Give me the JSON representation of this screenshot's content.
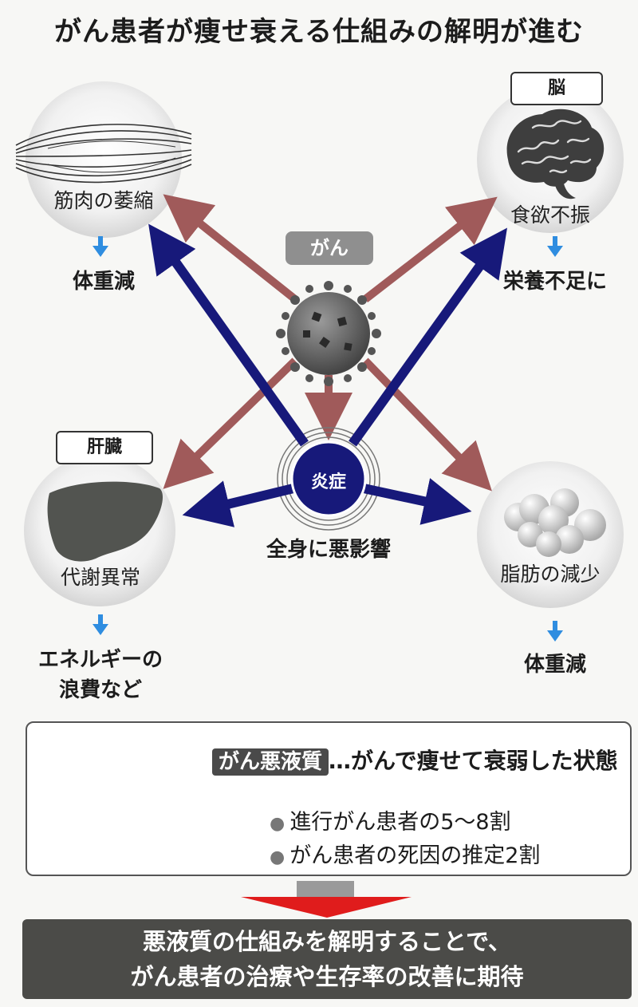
{
  "title": "がん患者が痩せ衰える仕組みの解明が進む",
  "center": {
    "tag": "がん",
    "inflammation": "炎症",
    "effect": "全身に悪影響"
  },
  "nodes": {
    "muscle": {
      "label": "筋肉の萎縮",
      "result": "体重減"
    },
    "brain": {
      "tag": "脳",
      "label": "食欲不振",
      "result": "栄養不足に"
    },
    "liver": {
      "tag": "肝臓",
      "label": "代謝異常",
      "result_line1": "エネルギーの",
      "result_line2": "浪費など"
    },
    "fat": {
      "label": "脂肪の減少",
      "result": "体重減"
    }
  },
  "info": {
    "term": "がん悪液質",
    "definition": "…がんで痩せて衰弱した状態",
    "bullets": [
      "進行がん患者の5〜8割",
      "がん患者の死因の推定2割"
    ]
  },
  "conclusion": {
    "line1": "悪液質の仕組みを解明することで、",
    "line2": "がん患者の治療や生存率の改善に期待"
  },
  "colors": {
    "red_arrow": "#a05a5a",
    "blue_arrow": "#17197a",
    "down_arrow": "#2f8de0",
    "big_arrow": "#e01c1c"
  }
}
